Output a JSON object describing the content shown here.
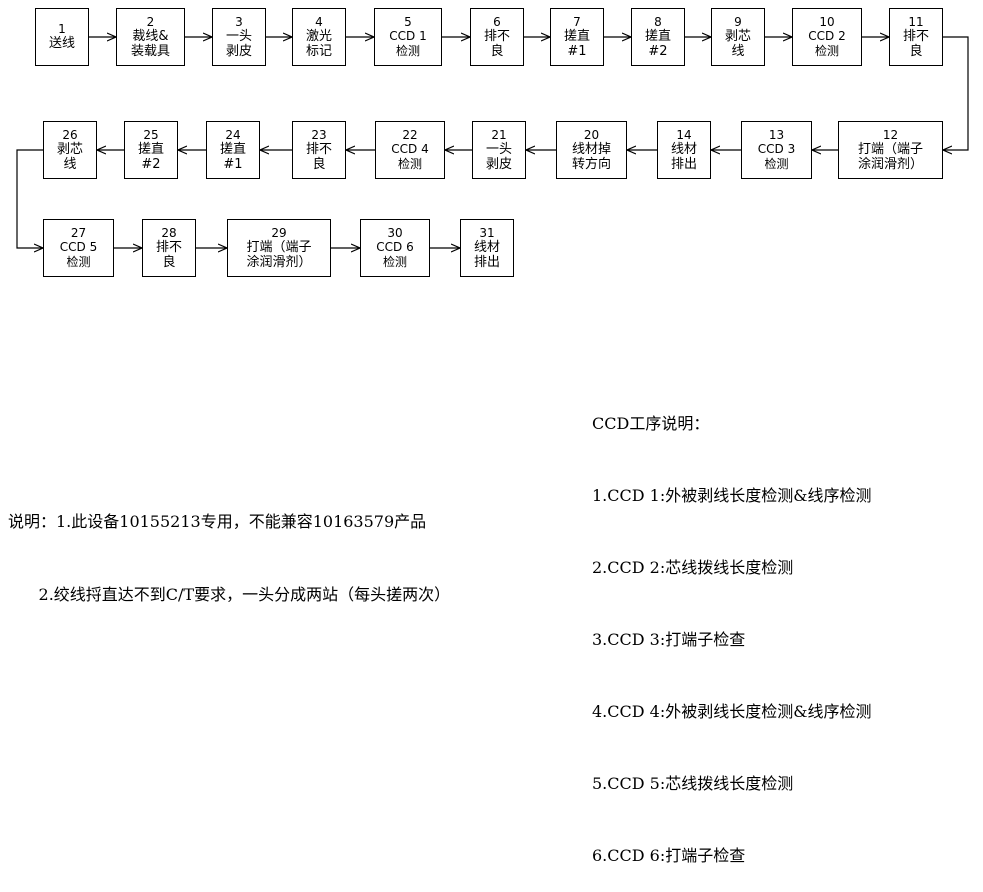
{
  "steps": [
    {
      "n": "1",
      "label": "送线"
    },
    {
      "n": "2",
      "label": "裁线&\n装载具"
    },
    {
      "n": "3",
      "label": "一头\n剥皮"
    },
    {
      "n": "4",
      "label": "激光\n标记"
    },
    {
      "n": "5",
      "label": "CCD 1\n检测"
    },
    {
      "n": "6",
      "label": "排不\n良"
    },
    {
      "n": "7",
      "label": "搓直\n#1"
    },
    {
      "n": "8",
      "label": "搓直\n#2"
    },
    {
      "n": "9",
      "label": "剥芯\n线"
    },
    {
      "n": "10",
      "label": "CCD 2\n检测"
    },
    {
      "n": "11",
      "label": "排不\n良"
    },
    {
      "n": "12",
      "label": "打端（端子\n涂润滑剂）"
    },
    {
      "n": "13",
      "label": "CCD 3\n检测"
    },
    {
      "n": "14",
      "label": "线材\n排出"
    },
    {
      "n": "20",
      "label": "线材掉\n转方向"
    },
    {
      "n": "21",
      "label": "一头\n剥皮"
    },
    {
      "n": "22",
      "label": "CCD 4\n检测"
    },
    {
      "n": "23",
      "label": "排不\n良"
    },
    {
      "n": "24",
      "label": "搓直\n#1"
    },
    {
      "n": "25",
      "label": "搓直\n#2"
    },
    {
      "n": "26",
      "label": "剥芯\n线"
    },
    {
      "n": "27",
      "label": "CCD 5\n检测"
    },
    {
      "n": "28",
      "label": "排不\n良"
    },
    {
      "n": "29",
      "label": "打端（端子\n涂润滑剂）"
    },
    {
      "n": "30",
      "label": "CCD 6\n检测"
    },
    {
      "n": "31",
      "label": "线材\n排出"
    }
  ],
  "ccd_notes": {
    "title": "CCD工序说明：",
    "items": [
      "1.CCD 1:外被剥线长度检测&线序检测",
      "2.CCD 2:芯线拨线长度检测",
      "3.CCD 3:打端子检查",
      "4.CCD 4:外被剥线长度检测&线序检测",
      "5.CCD 5:芯线拨线长度检测",
      "6.CCD 6:打端子检查"
    ]
  },
  "remarks": {
    "line1": "说明：1.此设备10155213专用，不能兼容10163579产品",
    "line2": "      2.绞线捋直达不到C/T要求，一头分成两站（每头搓两次）"
  }
}
